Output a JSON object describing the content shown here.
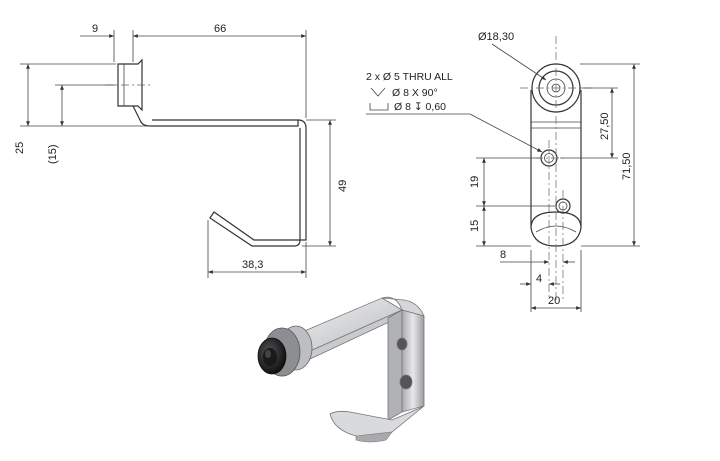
{
  "side_view": {
    "dim_top_small": "9",
    "dim_top_length": "66",
    "dim_left_height": "25",
    "dim_left_ref": "(15)",
    "dim_right_height": "49",
    "dim_bottom_width": "38,3"
  },
  "front_view": {
    "dim_diameter": "Ø18,30",
    "hole_note_line1": "2 x Ø 5 THRU ALL",
    "hole_note_line2": "Ø 8 X 90°",
    "hole_note_line3": "Ø 8 ↧ 0,60",
    "dim_center_upper": "27,50",
    "dim_total_height": "71,50",
    "dim_19": "19",
    "dim_15": "15",
    "dim_8": "8",
    "dim_4": "4",
    "dim_width": "20"
  },
  "colors": {
    "line": "#333333",
    "metal_light": "#e6e6e8",
    "metal_dark": "#9a9ca0",
    "bumper": "#2a2a2a"
  }
}
